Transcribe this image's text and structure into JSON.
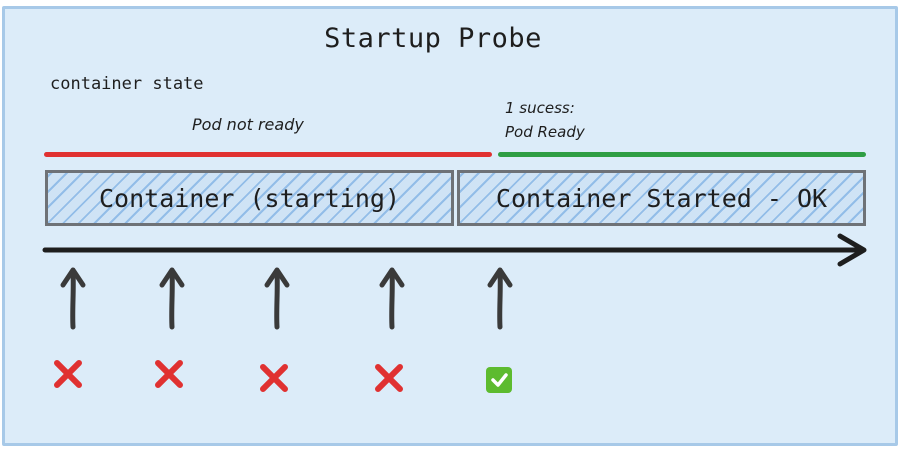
{
  "diagram": {
    "title": "Startup Probe",
    "state_label": "container state",
    "pod_not_ready": "Pod not ready",
    "pod_ready_note": [
      "1 sucess:",
      "Pod Ready"
    ],
    "container_starting": "Container (starting)",
    "container_started": "Container Started - OK",
    "probe_results": [
      "fail",
      "fail",
      "fail",
      "fail",
      "success"
    ]
  },
  "colors": {
    "background": "#dcecf9",
    "frame_border": "#a7c9e8",
    "not_ready_line": "#e03131",
    "ready_line": "#2f9e44",
    "fail_mark": "#e03131",
    "success_mark": "#5dbb2f"
  },
  "icons": {
    "probe": "up-arrow-icon",
    "fail": "cross-mark-icon",
    "success": "check-mark-box-icon"
  }
}
